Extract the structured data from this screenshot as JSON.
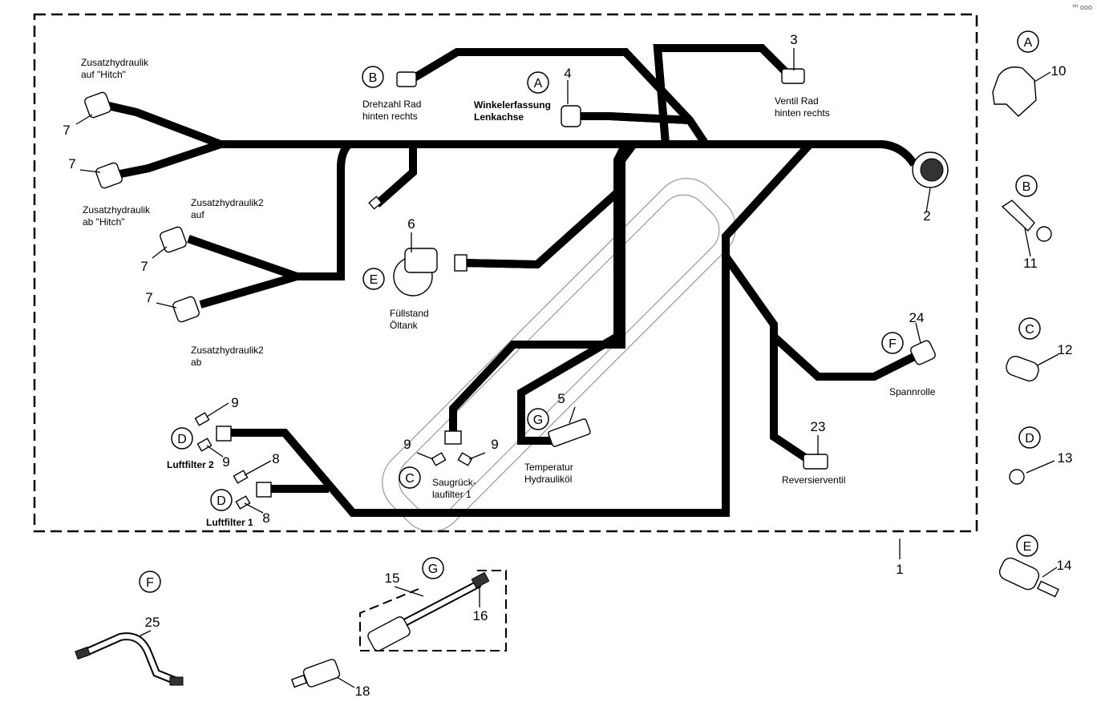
{
  "corner_mark": "º⁰ ooo",
  "assembly": {
    "number": "1"
  },
  "callouts": [
    {
      "id": "c-A1",
      "letter": "A"
    },
    {
      "id": "c-B1",
      "letter": "B"
    },
    {
      "id": "c-E1",
      "letter": "E"
    },
    {
      "id": "c-F1",
      "letter": "F"
    },
    {
      "id": "c-G1",
      "letter": "G"
    },
    {
      "id": "c-C1",
      "letter": "C"
    },
    {
      "id": "c-D1",
      "letter": "D"
    },
    {
      "id": "c-D2",
      "letter": "D"
    },
    {
      "id": "c-A2",
      "letter": "A"
    },
    {
      "id": "c-B2",
      "letter": "B"
    },
    {
      "id": "c-C2",
      "letter": "C"
    },
    {
      "id": "c-D3",
      "letter": "D"
    },
    {
      "id": "c-E2",
      "letter": "E"
    },
    {
      "id": "c-F2",
      "letter": "F"
    },
    {
      "id": "c-G2",
      "letter": "G"
    }
  ],
  "labels": {
    "zusatz_auf_hitch": [
      "Zusatzhydraulik",
      "auf \"Hitch\""
    ],
    "zusatz_ab_hitch": [
      "Zusatzhydraulik",
      "ab \"Hitch\""
    ],
    "zusatz2_auf": [
      "Zusatzhydraulik2",
      "auf"
    ],
    "zusatz2_ab": [
      "Zusatzhydraulik2",
      "ab"
    ],
    "drehzahl": [
      "Drehzahl Rad",
      "hinten rechts"
    ],
    "winkel": [
      "Winkelerfassung",
      "Lenkachse"
    ],
    "ventil": [
      "Ventil Rad",
      "hinten rechts"
    ],
    "fuellstand": [
      "Füllstand",
      "Öltank"
    ],
    "spannrolle": "Spannrolle",
    "reversier": "Reversierventil",
    "temperatur": [
      "Temperatur",
      "Hydrauliköl"
    ],
    "saug": [
      "Saugrück-",
      "laufilter 1"
    ],
    "luftfilter2": "Luftfilter 2",
    "luftfilter1": "Luftfilter 1"
  },
  "part_numbers": {
    "p7a": "7",
    "p7b": "7",
    "p7c": "7",
    "p7d": "7",
    "p2": "2",
    "p3": "3",
    "p4": "4",
    "p5": "5",
    "p6": "6",
    "p9a": "9",
    "p9b": "9",
    "p9c": "9",
    "p9d": "9",
    "p8a": "8",
    "p8b": "8",
    "p23": "23",
    "p24": "24",
    "p10": "10",
    "p11": "11",
    "p12": "12",
    "p13": "13",
    "p14": "14",
    "p15": "15",
    "p16": "16",
    "p18": "18",
    "p25": "25"
  }
}
